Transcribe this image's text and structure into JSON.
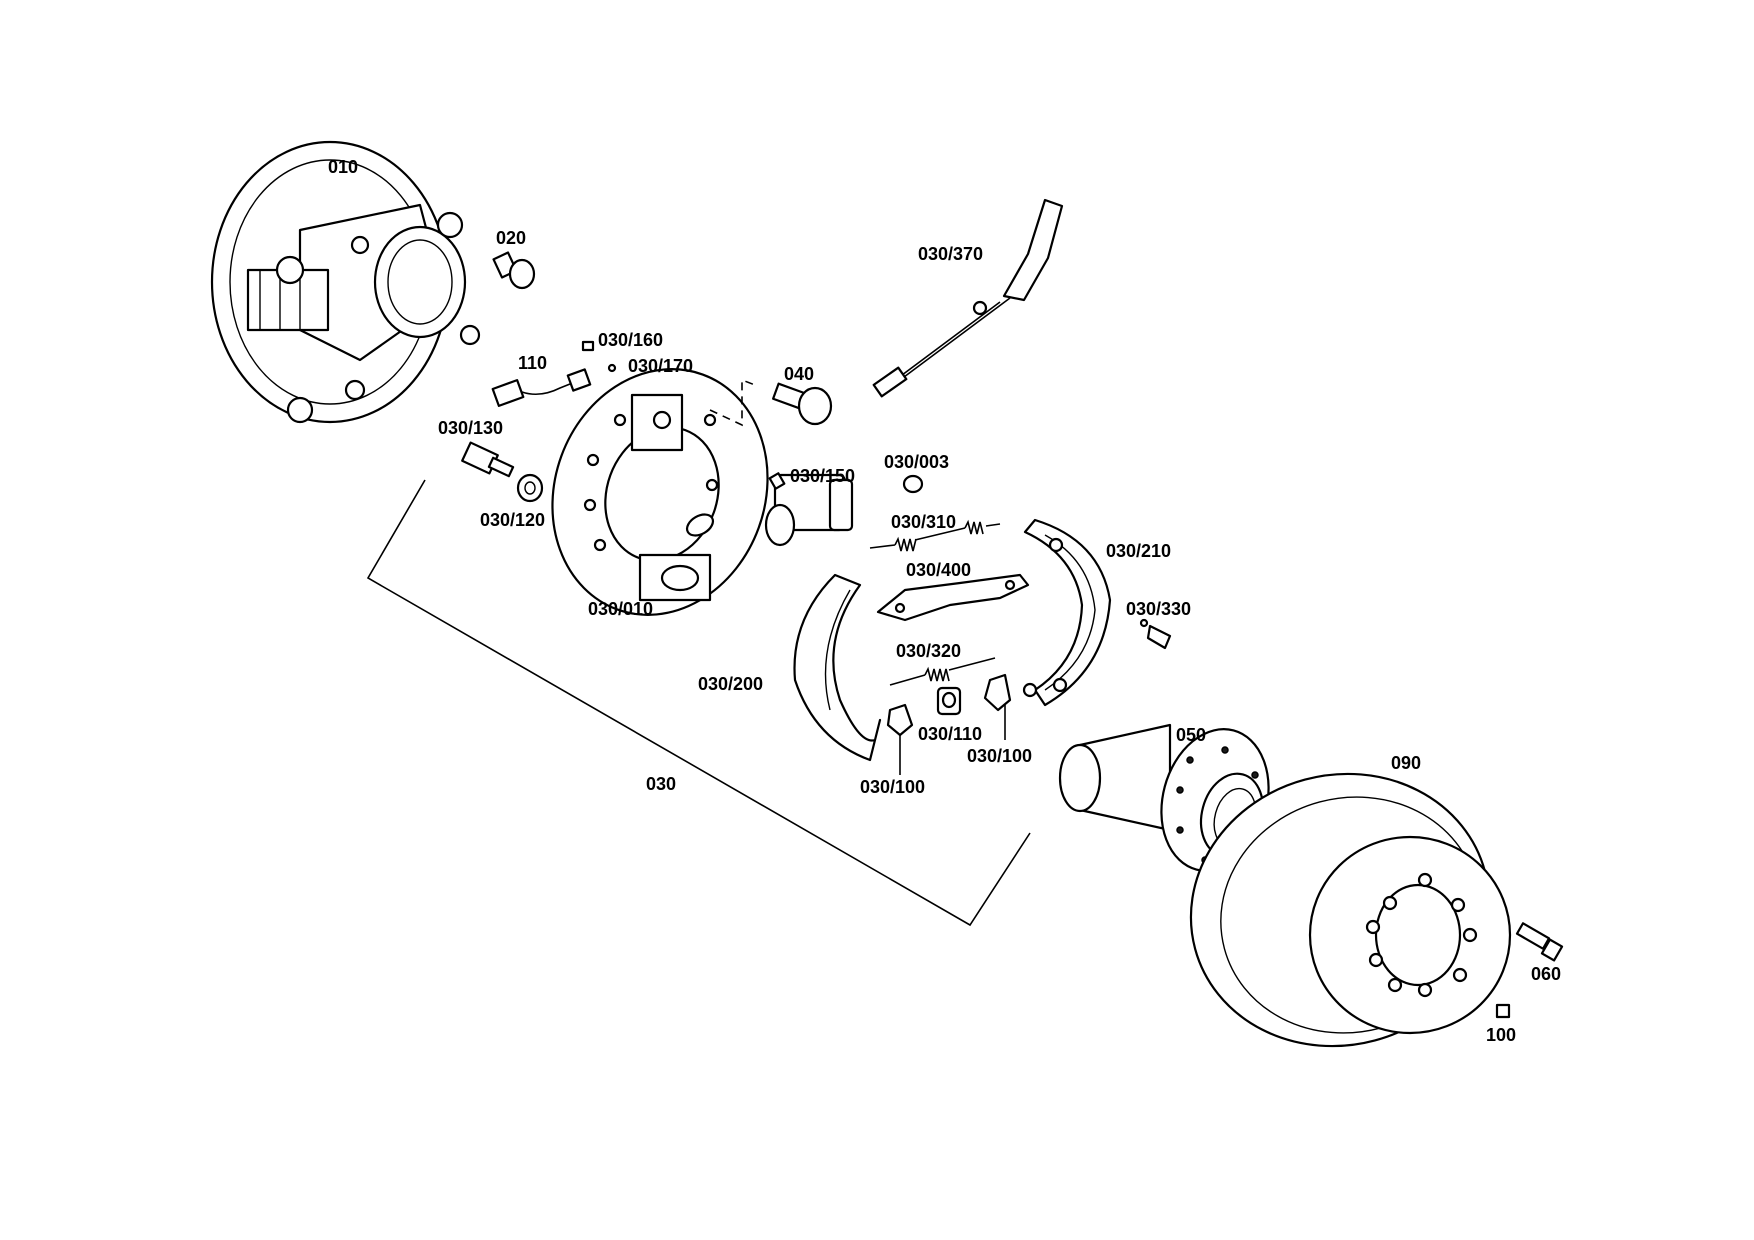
{
  "labels": {
    "p010": "010",
    "p020": "020",
    "p030_370": "030/370",
    "p030_160": "030/160",
    "p030_170": "030/170",
    "p110": "110",
    "p040": "040",
    "p030_130": "030/130",
    "p030_150": "030/150",
    "p030_003": "030/003",
    "p030_120": "030/120",
    "p030_310": "030/310",
    "p030_210": "030/210",
    "p030_400": "030/400",
    "p030_010": "030/010",
    "p030_330": "030/330",
    "p030_320": "030/320",
    "p030_200": "030/200",
    "p030_110": "030/110",
    "p030_100a": "030/100",
    "p030_100b": "030/100",
    "p050": "050",
    "p090": "090",
    "p030": "030",
    "p060": "060",
    "p100": "100"
  },
  "colors": {
    "line": "#000000",
    "background": "#ffffff"
  }
}
